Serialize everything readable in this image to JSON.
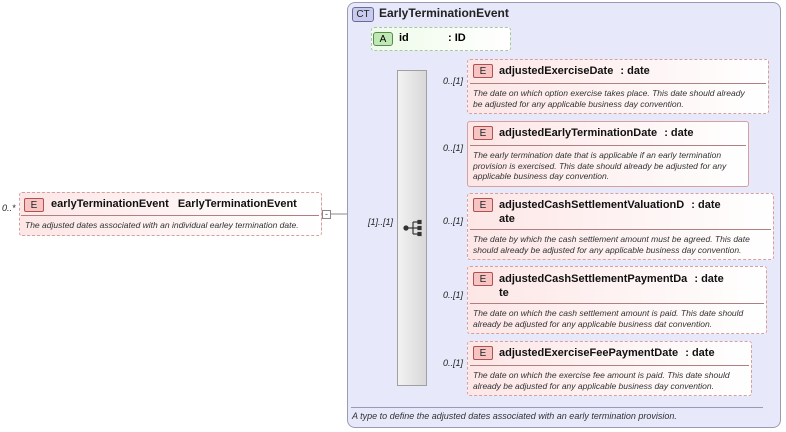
{
  "root": {
    "cardinality": "0..*",
    "badge": "E",
    "name": "earlyTerminationEvent",
    "type": "EarlyTerminationEvent",
    "description": "The adjusted dates associated with an individual earley termination date.",
    "collapse_symbol": "-"
  },
  "complex_type": {
    "badge": "CT",
    "name": "EarlyTerminationEvent",
    "description": "A type to define the adjusted dates associated with an early termination provision.",
    "attribute": {
      "badge": "A",
      "name": "id",
      "type": ": ID"
    },
    "sequence_cardinality": "[1]..[1]",
    "elements": [
      {
        "badge": "E",
        "cardinality": "0..[1]",
        "name_line1": "adjustedExerciseDate",
        "name_line2": "",
        "type": ": date",
        "desc": [
          "The date on which option exercise takes place. This date should already",
          "be adjusted for any applicable business day convention."
        ]
      },
      {
        "badge": "E",
        "cardinality": "0..[1]",
        "name_line1": "adjustedEarlyTerminationDate",
        "name_line2": "",
        "type": ": date",
        "desc": [
          "The early termination date that is applicable if an early termination",
          "provision is exercised. This date should already be adjusted for any",
          "applicable business day convention."
        ]
      },
      {
        "badge": "E",
        "cardinality": "0..[1]",
        "name_line1": "adjustedCashSettlementValuationD",
        "name_line2": "ate",
        "type": ": date",
        "desc": [
          "The date by which the cash settlement amount must be agreed. This date",
          "should already be adjusted for any applicable business day convention."
        ]
      },
      {
        "badge": "E",
        "cardinality": "0..[1]",
        "name_line1": "adjustedCashSettlementPaymentDa",
        "name_line2": "te",
        "type": ": date",
        "desc": [
          "The date on which the cash settlement amount is paid. This date should",
          "already be adjusted for any applicable business dat convention."
        ]
      },
      {
        "badge": "E",
        "cardinality": "0..[1]",
        "name_line1": "adjustedExerciseFeePaymentDate",
        "name_line2": "",
        "type": ": date",
        "desc": [
          "The date on which the exercise fee amount is paid. This date should",
          "already be adjusted for any applicable business day convention."
        ]
      }
    ]
  }
}
